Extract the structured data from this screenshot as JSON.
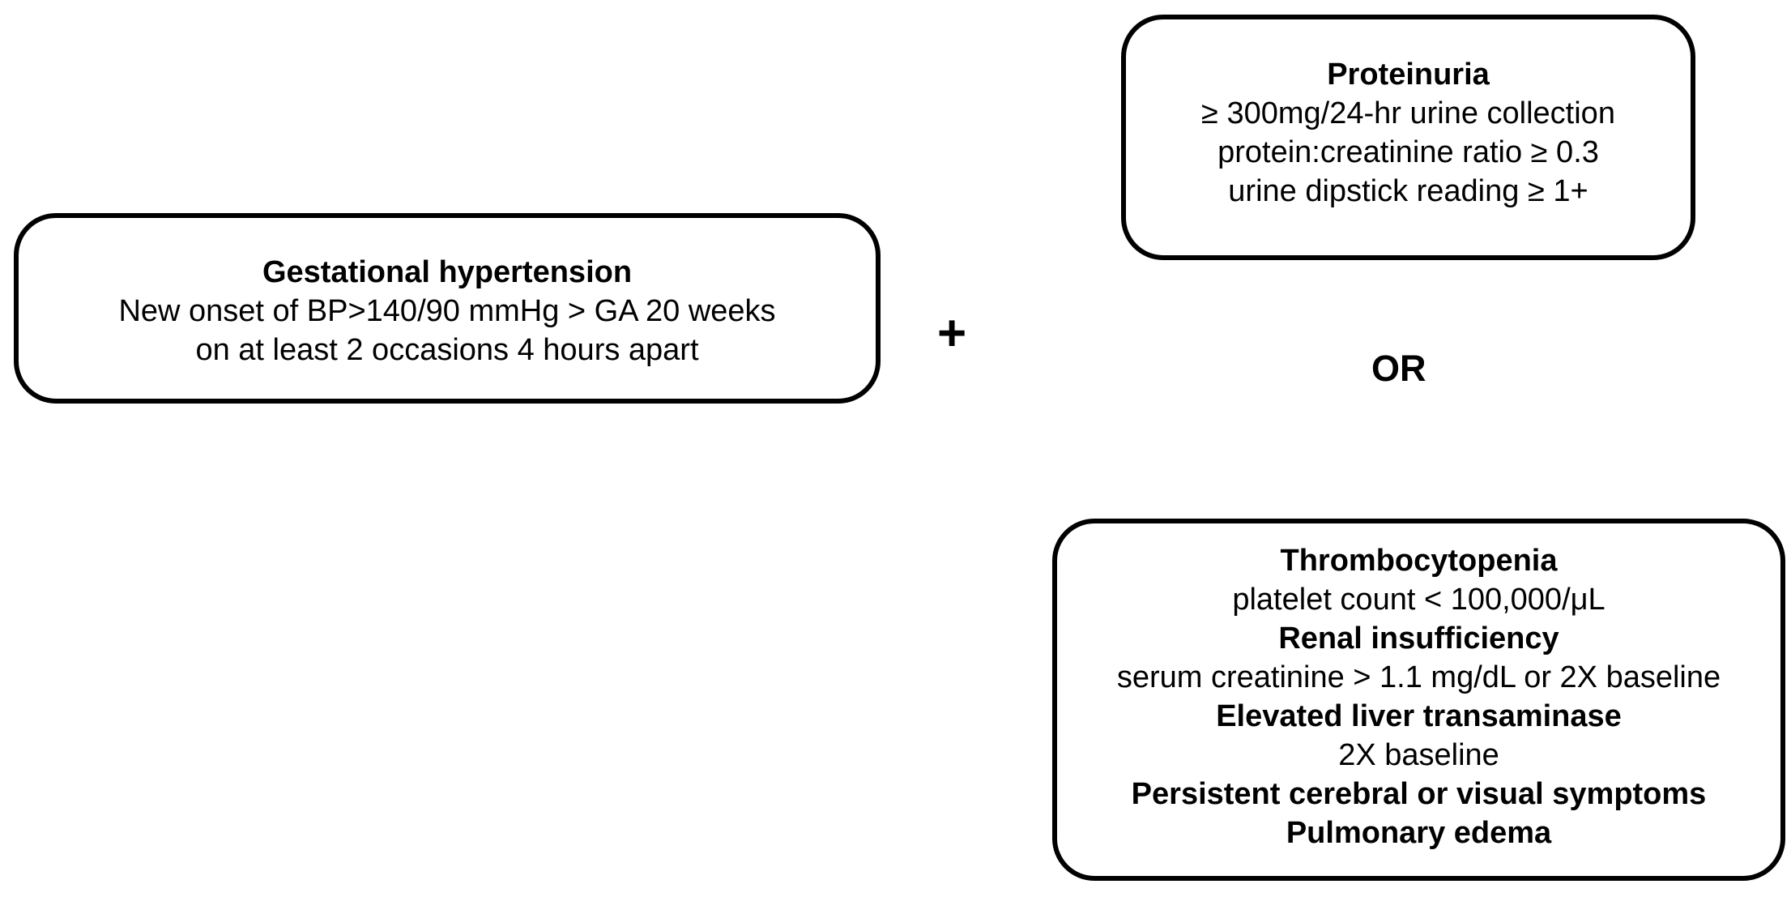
{
  "gestational_hypertension": {
    "title": "Gestational hypertension",
    "lines": [
      "New onset of BP>140/90 mmHg > GA 20 weeks",
      "on at least 2 occasions 4 hours apart"
    ]
  },
  "connector_plus": "+",
  "connector_or": "OR",
  "proteinuria": {
    "title": "Proteinuria",
    "lines": [
      "≥ 300mg/24-hr urine collection",
      "protein:creatinine ratio ≥ 0.3",
      "urine dipstick reading ≥ 1+"
    ]
  },
  "severe_features": {
    "items": [
      {
        "title": "Thrombocytopenia",
        "detail": "platelet count < 100,000/μL"
      },
      {
        "title": "Renal insufficiency",
        "detail": "serum creatinine > 1.1 mg/dL or 2X baseline"
      },
      {
        "title": "Elevated liver transaminase",
        "detail": "2X baseline"
      },
      {
        "title": "Persistent cerebral or visual symptoms"
      },
      {
        "title": "Pulmonary edema"
      }
    ]
  }
}
